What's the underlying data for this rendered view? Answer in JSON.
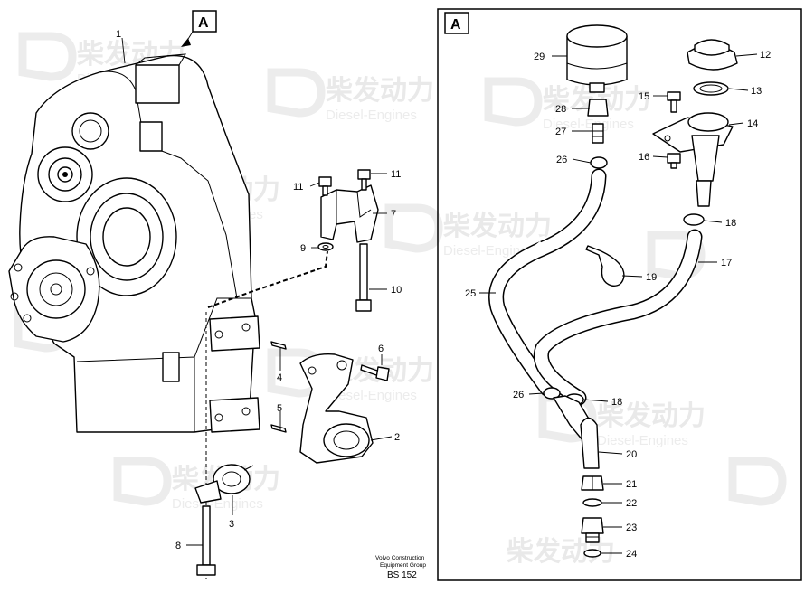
{
  "section_left": "A",
  "section_right": "A",
  "watermark": {
    "brand": "柴发动力",
    "sub": "Diesel-Engines"
  },
  "footer": {
    "line1": "Volvo Construction",
    "line2": "Equipment Group",
    "code": "BS 152"
  },
  "callouts": [
    {
      "id": "c1",
      "text": "1"
    },
    {
      "id": "c2",
      "text": "2"
    },
    {
      "id": "c3",
      "text": "3"
    },
    {
      "id": "c4",
      "text": "4"
    },
    {
      "id": "c5",
      "text": "5"
    },
    {
      "id": "c6",
      "text": "6"
    },
    {
      "id": "c7",
      "text": "7"
    },
    {
      "id": "c8",
      "text": "8"
    },
    {
      "id": "c9",
      "text": "9"
    },
    {
      "id": "c10",
      "text": "10"
    },
    {
      "id": "c11a",
      "text": "11"
    },
    {
      "id": "c11b",
      "text": "11"
    },
    {
      "id": "c12",
      "text": "12"
    },
    {
      "id": "c13",
      "text": "13"
    },
    {
      "id": "c14",
      "text": "14"
    },
    {
      "id": "c15",
      "text": "15"
    },
    {
      "id": "c16",
      "text": "16"
    },
    {
      "id": "c17",
      "text": "17"
    },
    {
      "id": "c18a",
      "text": "18"
    },
    {
      "id": "c18b",
      "text": "18"
    },
    {
      "id": "c19",
      "text": "19"
    },
    {
      "id": "c20",
      "text": "20"
    },
    {
      "id": "c21",
      "text": "21"
    },
    {
      "id": "c22",
      "text": "22"
    },
    {
      "id": "c23",
      "text": "23"
    },
    {
      "id": "c24",
      "text": "24"
    },
    {
      "id": "c25",
      "text": "25"
    },
    {
      "id": "c26a",
      "text": "26"
    },
    {
      "id": "c26b",
      "text": "26"
    },
    {
      "id": "c27",
      "text": "27"
    },
    {
      "id": "c28",
      "text": "28"
    },
    {
      "id": "c29",
      "text": "29"
    }
  ]
}
